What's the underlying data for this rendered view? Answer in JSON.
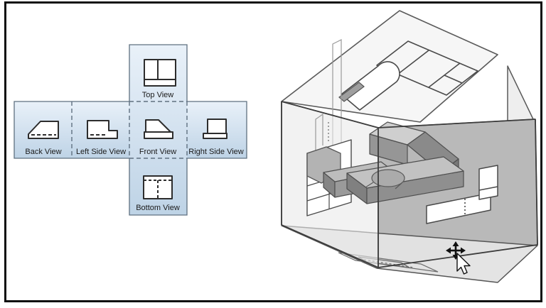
{
  "frame": {
    "border_color": "#0f0f0f",
    "background": "#ffffff"
  },
  "unfolded_box_diagram": {
    "panel_fill_top": "#e7eff8",
    "panel_fill_bottom": "#bfd3e6",
    "panel_border": "#64748410",
    "shape_fill": "#ffffff",
    "shape_stroke": "#2d2d2d",
    "label_color": "#1a1a1a",
    "views": [
      {
        "id": "top",
        "label": "Top View"
      },
      {
        "id": "back",
        "label": "Back View"
      },
      {
        "id": "left",
        "label": "Left Side View"
      },
      {
        "id": "front",
        "label": "Front View"
      },
      {
        "id": "right",
        "label": "Right Side View"
      },
      {
        "id": "bottom",
        "label": "Bottom View"
      }
    ]
  },
  "glass_box_illustration": {
    "lid_fill": "#f6f6f6",
    "glass_fill": "#e9e9e9",
    "shaded_face_fill": "#b9b9b9",
    "flap_fill": "#e3e3e3",
    "object_gray_light": "#c9c9c9",
    "object_gray_mid": "#9a9a9a",
    "object_gray_dark": "#7a7a7a",
    "line_color": "#4a4a4a",
    "cursor": {
      "move_icon": "move-cursor",
      "pointer_icon": "arrow-pointer"
    }
  }
}
